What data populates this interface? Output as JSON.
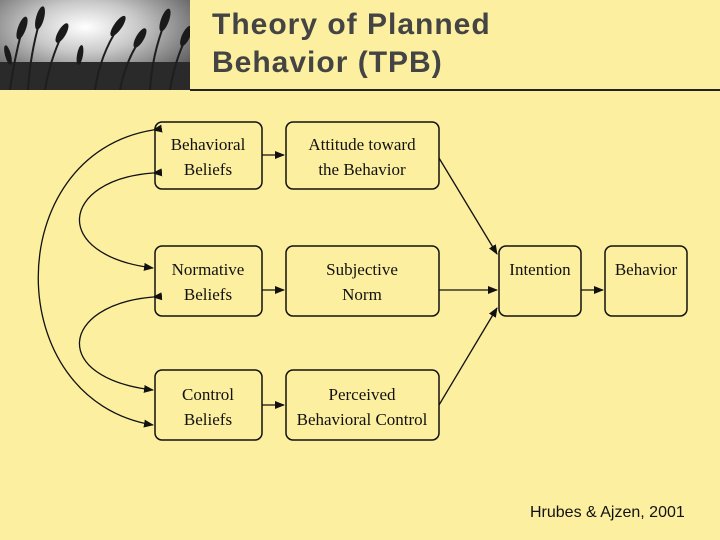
{
  "slide": {
    "title_line1": "Theory of Planned",
    "title_line2": "Behavior (TPB)",
    "citation": "Hrubes & Ajzen, 2001"
  },
  "diagram": {
    "boxes": {
      "behavioral_beliefs": {
        "line1": "Behavioral",
        "line2": "Beliefs"
      },
      "normative_beliefs": {
        "line1": "Normative",
        "line2": "Beliefs"
      },
      "control_beliefs": {
        "line1": "Control",
        "line2": "Beliefs"
      },
      "attitude": {
        "line1": "Attitude toward",
        "line2": "the Behavior"
      },
      "subjective_norm": {
        "line1": "Subjective",
        "line2": "Norm"
      },
      "perceived_control": {
        "line1": "Perceived",
        "line2": "Behavioral Control"
      },
      "intention": {
        "line1": "Intention"
      },
      "behavior": {
        "line1": "Behavior"
      }
    }
  },
  "colors": {
    "background": "#fcef9f",
    "box_fill": "#fcef9f",
    "stroke": "#111111",
    "title": "#444444"
  }
}
